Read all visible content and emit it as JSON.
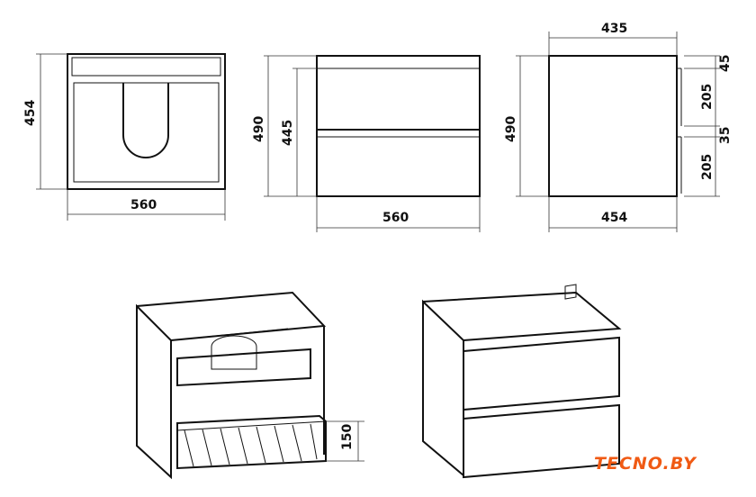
{
  "top_view": {
    "depth": "454",
    "width": "560"
  },
  "front_view": {
    "height": "490",
    "inner_height": "445",
    "width": "560"
  },
  "side_view": {
    "top_depth": "435",
    "height": "490",
    "bottom_depth": "454",
    "segments": [
      "45",
      "205",
      "35",
      "205"
    ]
  },
  "iso_view": {
    "drawer_height": "150"
  },
  "logo": {
    "text": "TECNO.BY",
    "color": "#f05a14"
  }
}
